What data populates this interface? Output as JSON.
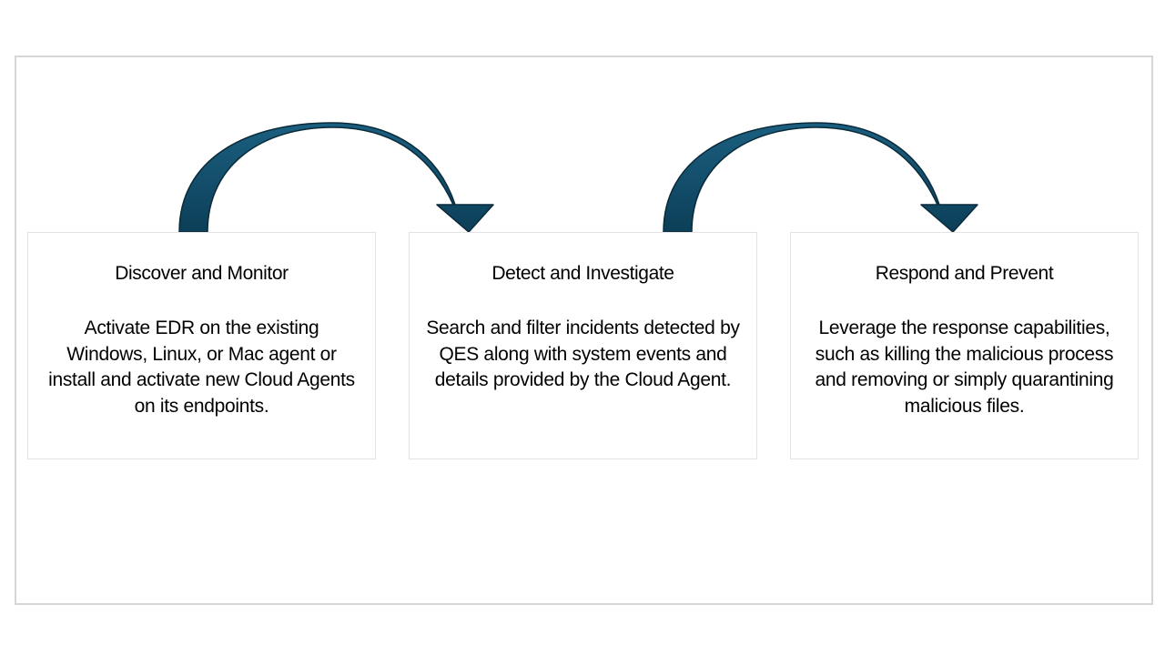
{
  "colors": {
    "arrow_top": "#1b5f80",
    "arrow_bottom": "#0c3f58",
    "arrow_outline": "#0a2a3a",
    "frame_border": "#d6d6d6",
    "box_border": "#e3e3e3"
  },
  "icons": [
    "curved-arrow-icon",
    "curved-arrow-icon"
  ],
  "steps": [
    {
      "title": "Discover and Monitor",
      "description": "Activate EDR on the existing Windows, Linux, or Mac agent or install and activate new Cloud Agents on its endpoints."
    },
    {
      "title": "Detect and Investigate",
      "description": "Search and filter incidents detected by QES along with system events and details provided by the Cloud Agent."
    },
    {
      "title": "Respond and Prevent",
      "description": "Leverage the response capabilities, such as killing the malicious process and removing or simply quarantining malicious files."
    }
  ]
}
